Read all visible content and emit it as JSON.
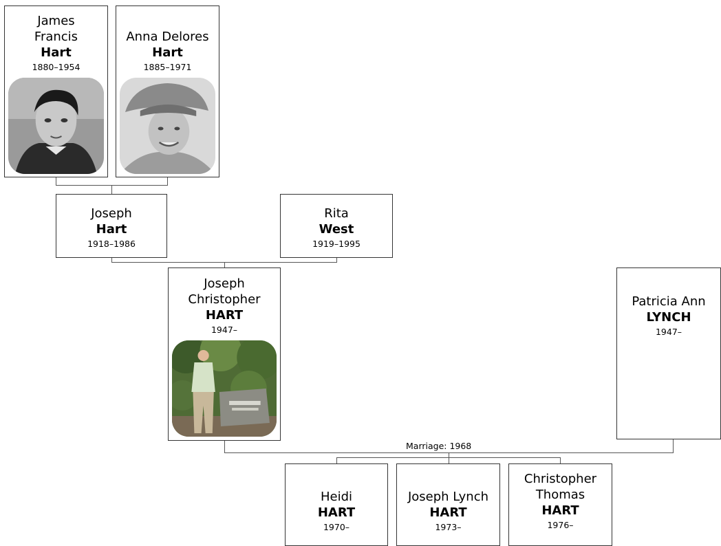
{
  "people": {
    "james": {
      "given": "James\nFrancis",
      "surname": "Hart",
      "years": "1880–1954",
      "photo": "portrait-photo"
    },
    "anna": {
      "given": "Anna Delores",
      "surname": "Hart",
      "years": "1885–1971",
      "photo": "portrait-photo"
    },
    "joseph": {
      "given": "Joseph",
      "surname": "Hart",
      "years": "1918–1986"
    },
    "rita": {
      "given": "Rita",
      "surname": "West",
      "years": "1919–1995"
    },
    "joseph_christopher": {
      "given": "Joseph\nChristopher",
      "surname": "HART",
      "years": "1947–",
      "photo": "outdoor-photo"
    },
    "patricia": {
      "given": "Patricia Ann",
      "surname": "LYNCH",
      "years": "1947–"
    },
    "heidi": {
      "given": "Heidi",
      "surname": "HART",
      "years": "1970–"
    },
    "joseph_lynch": {
      "given": "Joseph Lynch",
      "surname": "HART",
      "years": "1973–"
    },
    "christopher": {
      "given": "Christopher\nThomas",
      "surname": "HART",
      "years": "1976–"
    }
  },
  "marriage_label": "Marriage: 1968",
  "colors": {
    "line": "#555555",
    "border": "#333333",
    "background": "#ffffff"
  }
}
